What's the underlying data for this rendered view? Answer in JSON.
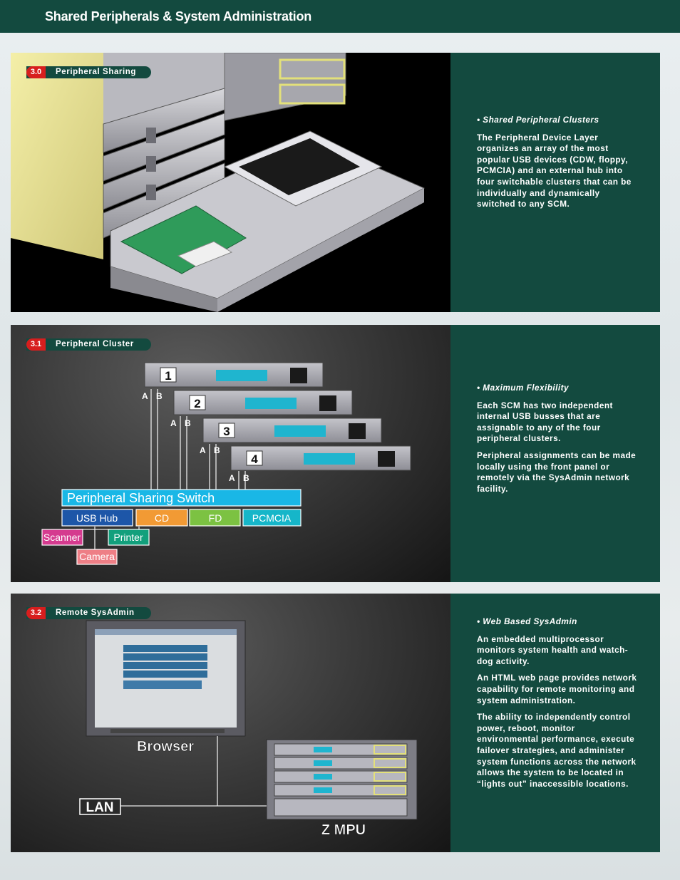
{
  "header": {
    "title": "Shared Peripherals & System Administration"
  },
  "sections": [
    {
      "num": "3.0",
      "label": "Peripheral Sharing",
      "bullet": "•  Shared Peripheral Clusters",
      "paragraphs": [
        "The Peripheral Device Layer organizes an array of the most popular USB devices (CDW, floppy, PCMCIA) and an external hub into four switchable clusters that can be individually and dynamically switched to any SCM."
      ]
    },
    {
      "num": "3.1",
      "label": "Peripheral Cluster",
      "bullet": "•  Maximum Flexibility",
      "paragraphs": [
        "Each SCM has two independent internal USB busses that are assignable to any of the four peripheral clusters.",
        "Peripheral assignments can be made locally using the front panel or remotely via the SysAdmin network facility."
      ]
    },
    {
      "num": "3.2",
      "label": "Remote SysAdmin",
      "bullet": "•  Web Based SysAdmin",
      "paragraphs": [
        "An embedded multiprocessor monitors system health and watch-dog activity.",
        "An HTML web page provides network capability for remote monitoring and system administration.",
        "The ability to independently control power, reboot, monitor environmental performance, execute failover strategies, and administer system functions across the network allows the system to be located in “lights out” inaccessible locations."
      ]
    }
  ],
  "cluster_diagram": {
    "units": [
      "1",
      "2",
      "3",
      "4"
    ],
    "bus_a": "A",
    "bus_b": "B",
    "switch_label": "Peripheral Sharing Switch",
    "ports": [
      "USB Hub",
      "CD",
      "FD",
      "PCMCIA"
    ],
    "devices": [
      "Scanner",
      "Printer",
      "Camera"
    ],
    "colors": {
      "switch": "#19b7e6",
      "usb_hub": "#1d56a8",
      "cd": "#f29a34",
      "fd": "#7cc242",
      "pcmcia": "#16b6c9",
      "scanner": "#d53b8f",
      "printer": "#12a07c",
      "camera": "#ee7f86"
    }
  },
  "sysadmin_diagram": {
    "browser_label": "Browser",
    "lan_label": "LAN",
    "mpu_label": "Z MPU"
  }
}
